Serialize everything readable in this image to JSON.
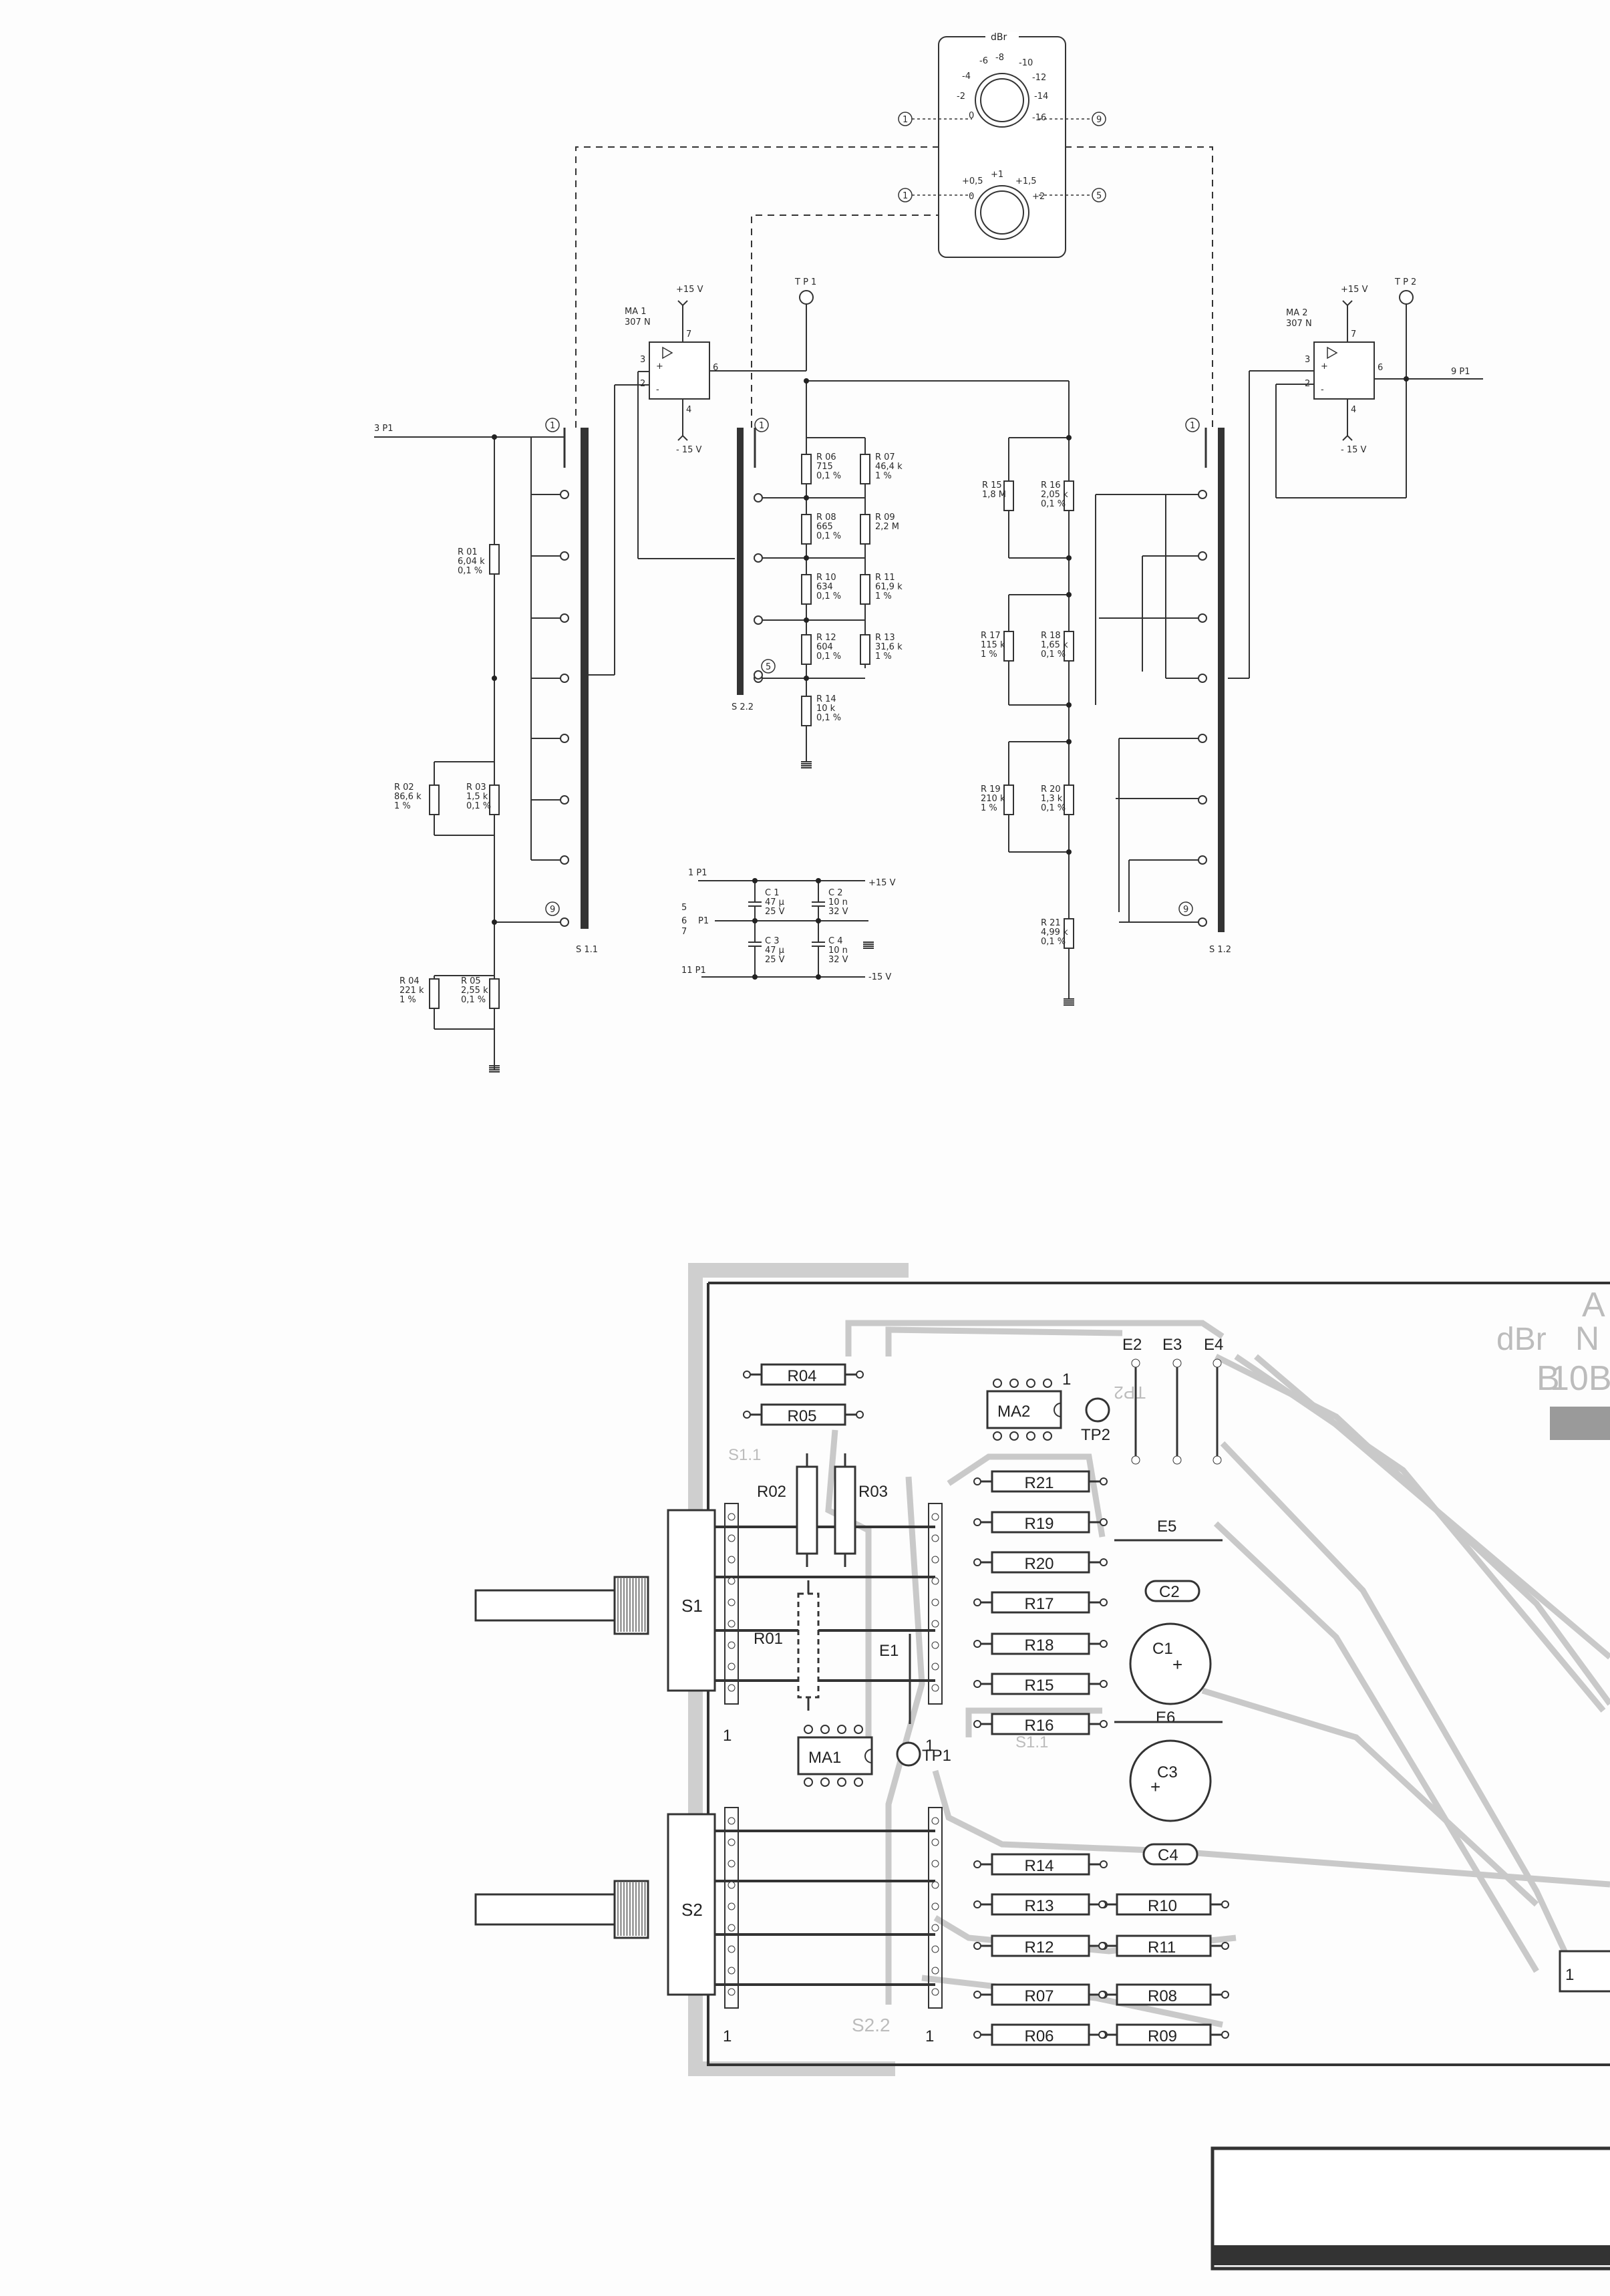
{
  "meter": {
    "unit": "dBr",
    "upper_scale": [
      "-6",
      "-8",
      "-10",
      "-4",
      "-12",
      "-2",
      "-14",
      "0",
      "-16"
    ],
    "lower_scale": [
      "+0,5",
      "+1",
      "+1,5",
      "0",
      "+2"
    ],
    "terminals": [
      "1",
      "9",
      "1",
      "5"
    ]
  },
  "schematic": {
    "amplifiers": [
      {
        "name": "MA 1",
        "part": "307 N",
        "supply_pos": "+15 V",
        "supply_neg": "- 15 V",
        "pins": [
          "3",
          "2",
          "6",
          "7",
          "4"
        ]
      },
      {
        "name": "MA 2",
        "part": "307 N",
        "supply_pos": "+15 V",
        "supply_neg": "- 15 V",
        "pins": [
          "3",
          "2",
          "6",
          "7",
          "4"
        ]
      }
    ],
    "test_points": [
      "T P 1",
      "T P 2"
    ],
    "ports": {
      "in": "3 P1",
      "out": "9 P1"
    },
    "switches": [
      "S 1.1",
      "S 2.2",
      "S 1.2"
    ],
    "switch_positions": [
      "1",
      "9",
      "1",
      "5",
      "1",
      "9"
    ],
    "resistors": [
      {
        "ref": "R 01",
        "value": "6,04 k",
        "tol": "0,1 %"
      },
      {
        "ref": "R 02",
        "value": "86,6 k",
        "tol": "1 %"
      },
      {
        "ref": "R 03",
        "value": "1,5 k",
        "tol": "0,1 %"
      },
      {
        "ref": "R 04",
        "value": "221 k",
        "tol": "1 %"
      },
      {
        "ref": "R 05",
        "value": "2,55 k",
        "tol": "0,1 %"
      },
      {
        "ref": "R 06",
        "value": "715",
        "tol": "0,1 %"
      },
      {
        "ref": "R 07",
        "value": "46,4 k",
        "tol": "1 %"
      },
      {
        "ref": "R 08",
        "value": "665",
        "tol": "0,1 %"
      },
      {
        "ref": "R 09",
        "value": "2,2 M",
        "tol": ""
      },
      {
        "ref": "R 10",
        "value": "634",
        "tol": "0,1 %"
      },
      {
        "ref": "R 11",
        "value": "61,9 k",
        "tol": "1 %"
      },
      {
        "ref": "R 12",
        "value": "604",
        "tol": "0,1 %"
      },
      {
        "ref": "R 13",
        "value": "31,6 k",
        "tol": "1 %"
      },
      {
        "ref": "R 14",
        "value": "10 k",
        "tol": "0,1 %"
      },
      {
        "ref": "R 15",
        "value": "1,8 M",
        "tol": ""
      },
      {
        "ref": "R 16",
        "value": "2,05 k",
        "tol": "0,1 %"
      },
      {
        "ref": "R 17",
        "value": "115 k",
        "tol": "1 %"
      },
      {
        "ref": "R 18",
        "value": "1,65 k",
        "tol": "0,1 %"
      },
      {
        "ref": "R 19",
        "value": "210 k",
        "tol": "1 %"
      },
      {
        "ref": "R 20",
        "value": "1,3 k",
        "tol": "0,1 %"
      },
      {
        "ref": "R 21",
        "value": "4,99 k",
        "tol": "0,1 %"
      }
    ],
    "supply": {
      "rails": [
        "1 P1",
        "5",
        "6",
        "7",
        "P1",
        "11 P1",
        "+15 V",
        "-15 V"
      ],
      "caps": [
        {
          "ref": "C 1",
          "value": "47 µ",
          "volt": "25 V"
        },
        {
          "ref": "C 2",
          "value": "10 n",
          "volt": "32 V"
        },
        {
          "ref": "C 3",
          "value": "47 µ",
          "volt": "25 V"
        },
        {
          "ref": "C 4",
          "value": "10 n",
          "volt": "32 V"
        }
      ]
    }
  },
  "pcb": {
    "resistors_right": [
      "R21",
      "R19",
      "R20",
      "R17",
      "R18",
      "R15",
      "R16",
      "R14",
      "R13",
      "R12",
      "R07",
      "R06"
    ],
    "resistors_far": [
      "R10",
      "R11",
      "R08",
      "R09"
    ],
    "top_res": [
      "R04",
      "R05"
    ],
    "vertical": [
      "R02",
      "R03",
      "R01"
    ],
    "ics": [
      "MA2",
      "MA1"
    ],
    "tps": [
      "TP2",
      "TP1"
    ],
    "terminals": [
      "E2",
      "E3",
      "E4",
      "E5",
      "E1",
      "E6"
    ],
    "caps": [
      "C2",
      "C1",
      "C3",
      "C4"
    ],
    "switches": [
      "S1",
      "S2"
    ],
    "silk": [
      "S1.1",
      "S2.2",
      "S1.1"
    ],
    "pin1": [
      "1",
      "1",
      "1",
      "1",
      "1"
    ],
    "mirror_text": [
      "TP2"
    ],
    "edge_text": [
      "A",
      "dBr",
      "N",
      "B",
      "10B"
    ]
  },
  "colors": {
    "ink": "#222222",
    "board": "#c8c8c8",
    "paper": "#fdfdfd"
  }
}
